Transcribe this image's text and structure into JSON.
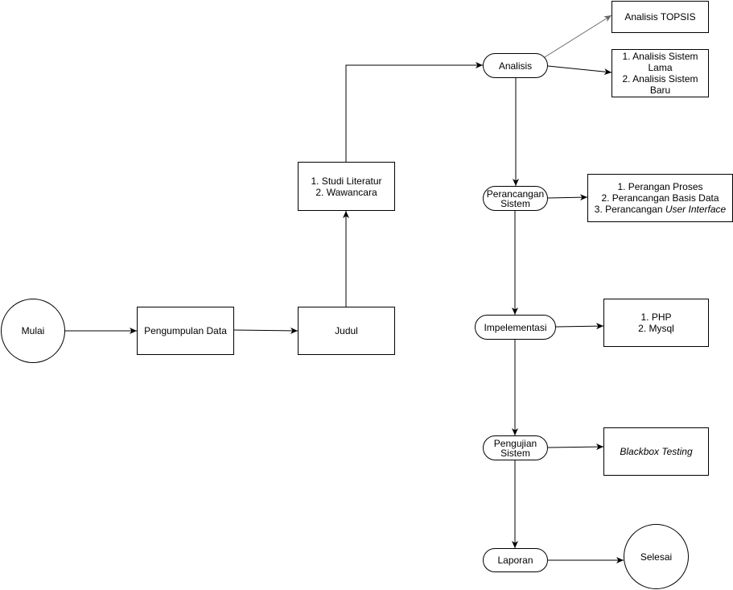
{
  "diagram": {
    "start": "Mulai",
    "pengumpulan": "Pengumpulan Data",
    "judul": "Judul",
    "studi": [
      "1. Studi Literatur",
      "2. Wawancara"
    ],
    "analisis": "Analisis",
    "topsis": "Analisis TOPSIS",
    "analisis_sistem": [
      "1. Analisis Sistem",
      "Lama",
      "2. Analisis Sistem",
      "Baru"
    ],
    "perancangan": [
      "Perancangan",
      "Sistem"
    ],
    "perancangan_detail": {
      "line1": "1. Perangan Proses",
      "line2": "2. Perancangan Basis Data",
      "line3_prefix": "3. Perancangan ",
      "line3_italic": "User Interface"
    },
    "implementasi": "Impelementasi",
    "implementasi_detail": [
      "1. PHP",
      "2. Mysql"
    ],
    "pengujian": [
      "Pengujian",
      "Sistem"
    ],
    "pengujian_detail": "Blackbox Testing",
    "laporan": "Laporan",
    "end": "Selesai"
  },
  "colors": {
    "stroke": "#000000",
    "edge_light": "#666666",
    "fill": "#ffffff"
  }
}
